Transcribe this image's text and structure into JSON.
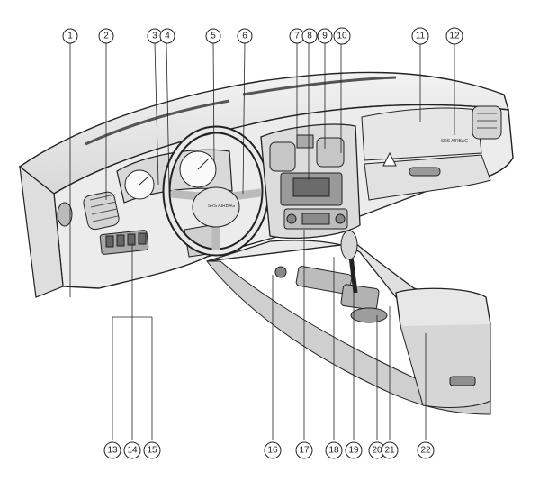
{
  "diagram": {
    "subject": "vehicle dashboard illustration",
    "callouts_top": [
      "1",
      "2",
      "3",
      "4",
      "5",
      "6",
      "7",
      "8",
      "9",
      "10",
      "11",
      "12"
    ],
    "callouts_bottom": [
      "13",
      "14",
      "15",
      "16",
      "17",
      "18",
      "19",
      "20",
      "21",
      "22"
    ],
    "wheel_hub_label": "SRS AIRBAG",
    "passenger_panel_label": "SRS AIRBAG",
    "colors": {
      "line": "#222222",
      "fill_light": "#f4f4f4",
      "fill_mid": "#e3e3e3",
      "fill_dark": "#c8c8c8"
    }
  }
}
